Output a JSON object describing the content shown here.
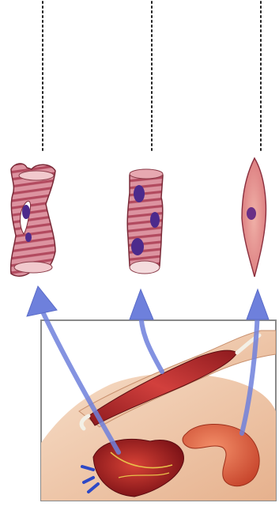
{
  "diagram": {
    "muscle_types": [
      {
        "name": "cardiac-muscle-cell"
      },
      {
        "name": "skeletal-muscle-fiber"
      },
      {
        "name": "smooth-muscle-cell"
      }
    ],
    "colors": {
      "leader_line": "#222222",
      "arrow_fill": "#7f8fe0",
      "arrow_stroke": "#5b6cc8",
      "muscle_pink": "#d98a93",
      "muscle_stripe": "#b84b5e",
      "nucleus": "#5a2a8a",
      "skin": "#efc5a6",
      "heart_red": "#b2212c",
      "stomach_orange": "#e0603d",
      "frame_border": "#8a8a8a"
    },
    "icons": [
      "heart-illustration",
      "arm-muscle-illustration",
      "stomach-illustration"
    ]
  }
}
